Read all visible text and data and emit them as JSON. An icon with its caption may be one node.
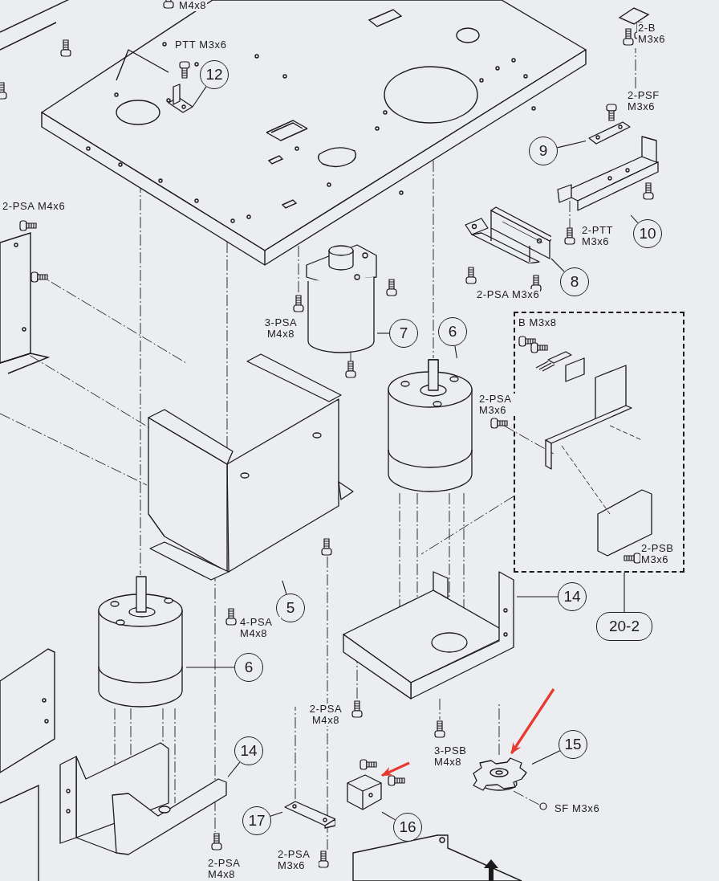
{
  "diagram": {
    "nodes": [
      {
        "text": [
          "12"
        ]
      },
      {
        "text": [],
        "shape": "picture"
      },
      {
        "text": [
          "9"
        ]
      },
      {
        "text": [],
        "shape": "picture"
      },
      {
        "text": [
          "10"
        ]
      },
      {
        "text": [],
        "shape": "picture"
      },
      {
        "text": [
          "8"
        ]
      },
      {
        "text": [],
        "shape": "picture"
      },
      {
        "text": [
          "7"
        ]
      },
      {
        "text": [],
        "shape": "picture"
      },
      {
        "text": [
          "6"
        ]
      },
      {
        "text": [],
        "shape": "picture"
      },
      {
        "text": [],
        "shape": "box"
      },
      {
        "text": [
          "5"
        ]
      },
      {
        "text": [],
        "shape": "picture"
      },
      {
        "text": [
          "14"
        ]
      },
      {
        "text": [],
        "shape": "picture"
      },
      {
        "text": [
          "20-2"
        ]
      },
      {
        "text": [
          "6"
        ]
      },
      {
        "text": [],
        "shape": "picture"
      },
      {
        "text": [
          "15"
        ]
      },
      {
        "text": [],
        "shape": "picture"
      },
      {
        "text": [
          "14"
        ]
      },
      {
        "text": [],
        "shape": "picture"
      },
      {
        "text": [
          "17"
        ]
      },
      {
        "text": [],
        "shape": "picture"
      },
      {
        "text": [
          "16"
        ]
      },
      {
        "text": [],
        "shape": "picture"
      }
    ],
    "edges": [
      {
        "from": 0,
        "to": 1,
        "arrow": "none"
      },
      {
        "from": 2,
        "to": 3,
        "arrow": "none"
      },
      {
        "from": 4,
        "to": 5,
        "arrow": "none"
      },
      {
        "from": 6,
        "to": 7,
        "arrow": "none"
      },
      {
        "from": 8,
        "to": 9,
        "arrow": "none"
      },
      {
        "from": 10,
        "to": 11,
        "arrow": "none"
      },
      {
        "from": 13,
        "to": 14,
        "arrow": "none"
      },
      {
        "from": 15,
        "to": 16,
        "arrow": "none"
      },
      {
        "from": 17,
        "to": 12,
        "arrow": "none"
      },
      {
        "from": 18,
        "to": 19,
        "arrow": "none"
      },
      {
        "from": 20,
        "to": 21,
        "arrow": "none"
      },
      {
        "from": 22,
        "to": 23,
        "arrow": "none"
      },
      {
        "from": 24,
        "to": 25,
        "arrow": "none"
      },
      {
        "from": 26,
        "to": 27,
        "arrow": "none"
      },
      {
        "from": null,
        "to": 21,
        "arrow": "to",
        "style": "thick",
        "color": "#e8392f"
      },
      {
        "from": null,
        "to": 27,
        "arrow": "to",
        "style": "thick",
        "color": "#e8392f"
      }
    ],
    "labels": [
      "M4x8",
      "PTT M3x6",
      "2-B M3x6",
      "2-PSF M3x6",
      "2-PSA M4x6",
      "2-PTT M3x6",
      "2-PSA M3x6",
      "3-PSA M4x8",
      "B M3x8",
      "2-PSA M3x6",
      "2-PSB M3x6",
      "4-PSA M4x8",
      "2-PSA M4x8",
      "3-PSB M4x8",
      "SF M3x6",
      "2-PSA M3x6",
      "2-PSA M4x8"
    ]
  }
}
